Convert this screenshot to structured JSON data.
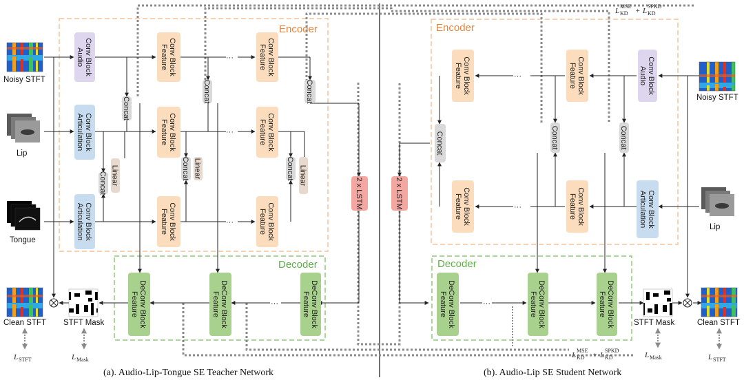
{
  "labels": {
    "audio_conv": [
      "Audio",
      "Conv Block"
    ],
    "artic_conv": [
      "Articulation",
      "Conv Block"
    ],
    "feature_conv": [
      "Feature",
      "Conv Block"
    ],
    "feature_deconv": [
      "Feature",
      "DeConv Block"
    ],
    "concat": "Concat",
    "linear": "Linear",
    "lstm": "2 x LSTM",
    "ellipsis": "···"
  },
  "teacher": {
    "encoder_title": "Encoder",
    "decoder_title": "Decoder",
    "inputs": {
      "noisy": "Noisy STFT",
      "lip": "Lip",
      "tongue": "Tongue"
    },
    "outputs": {
      "clean": "Clean STFT",
      "mask": "STFT Mask"
    },
    "caption": "(a). Audio-Lip-Tongue SE Teacher Network"
  },
  "student": {
    "encoder_title": "Encoder",
    "decoder_title": "Decoder",
    "inputs": {
      "noisy": "Noisy STFT",
      "lip": "Lip"
    },
    "outputs": {
      "clean": "Clean STFT",
      "mask": "STFT Mask"
    },
    "caption": "(b). Audio-Lip SE Student Network"
  },
  "losses": {
    "kd_main": "L",
    "kd_sub": "KD",
    "mse_sup": "MSE",
    "spkd_sup": "SPKD",
    "plus": "+",
    "stft_sub": "STFT",
    "mask_sub": "Mask"
  },
  "colors": {
    "audio_block": "#ddd6ee",
    "artic_block": "#c7dcee",
    "feature_block": "#fbdcbc",
    "deconv_block": "#a9d18e",
    "concat_block": "#d9d9d9",
    "linear_block": "#e8d9cf",
    "lstm_block": "#f4a6a0",
    "encoder_border": "#f5c29a",
    "decoder_border": "#8fc87a"
  }
}
